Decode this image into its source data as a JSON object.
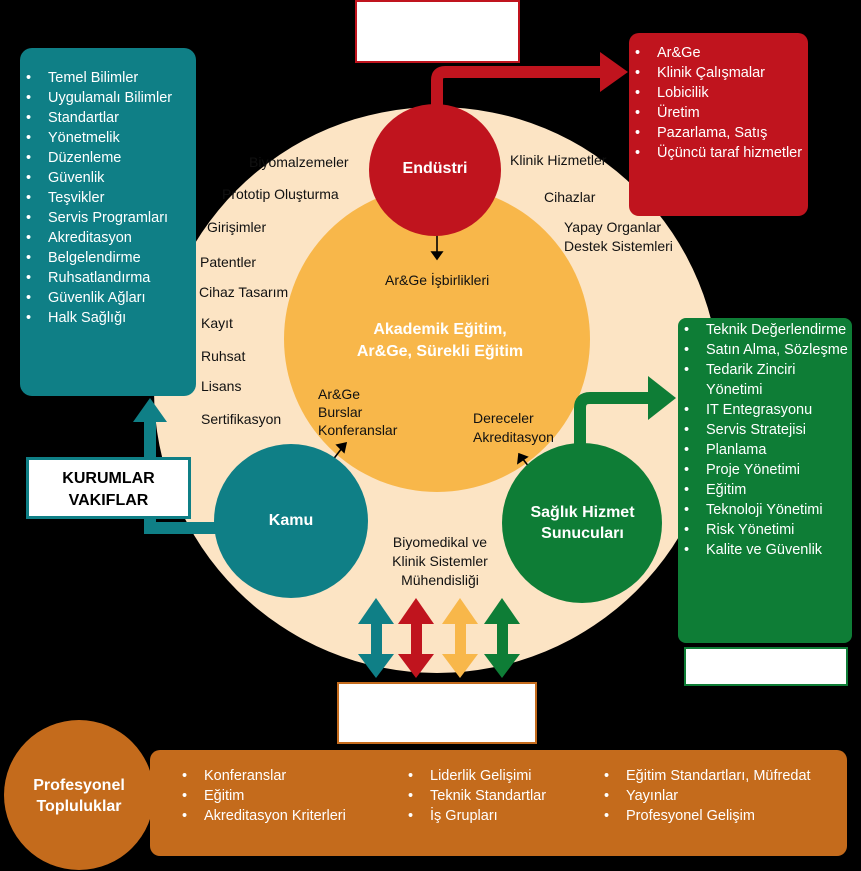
{
  "colors": {
    "teal": "#0f7f86",
    "red": "#c0141e",
    "green": "#0e7d36",
    "orange_yellow": "#f8b74a",
    "peach": "#fce4c4",
    "brown": "#c46b1c",
    "background": "#000000"
  },
  "nodes": {
    "endustri": "Endüstri",
    "akademik_line1": "Akademik Eğitim,",
    "akademik_line2": "Ar&Ge, Sürekli Eğitim",
    "kamu": "Kamu",
    "saglik_line1": "Sağlık Hizmet",
    "saglik_line2": "Sunucuları",
    "profesyonel_line1": "Profesyonel",
    "profesyonel_line2": "Topluluklar",
    "kurumlar_line1": "KURUMLAR",
    "kurumlar_line2": "VAKIFLAR"
  },
  "left_box_items": [
    "Temel Bilimler",
    "Uygulamalı Bilimler",
    "Standartlar",
    "Yönetmelik",
    "Düzenleme",
    "Güvenlik",
    "Teşvikler",
    "Servis Programları",
    "Akreditasyon",
    "Belgelendirme",
    "Ruhsatlandırma",
    "Güvenlik Ağları",
    "Halk Sağlığı"
  ],
  "red_box_items": [
    "Ar&Ge",
    "Klinik Çalışmalar",
    "Lobicilik",
    "Üretim",
    "Pazarlama, Satış",
    "Üçüncü taraf hizmetler"
  ],
  "green_box_items": [
    "Teknik Değerlendirme",
    "Satın Alma, Sözleşme",
    "Tedarik Zinciri Yönetimi",
    "IT Entegrasyonu",
    "Servis Stratejisi",
    "Planlama",
    "Proje Yönetimi",
    "Eğitim",
    "Teknoloji Yönetimi",
    "Risk Yönetimi",
    "Kalite ve Güvenlik"
  ],
  "bottom_box": {
    "col1": [
      "Konferanslar",
      "Eğitim",
      "Akreditasyon Kriterleri"
    ],
    "col2": [
      "Liderlik Gelişimi",
      "Teknik Standartlar",
      "İş Grupları"
    ],
    "col3": [
      "Eğitim Standartları, Müfredat",
      "Yayınlar",
      "Profesyonel Gelişim"
    ]
  },
  "circle_labels": {
    "biyomalzemeler": "Biyomalzemeler",
    "prototip": "Prototip Oluşturma",
    "girisimler": "Girişimler",
    "patentler": "Patentler",
    "cihaz_tasarim": "Cihaz Tasarım",
    "kayit": "Kayıt",
    "ruhsat": "Ruhsat",
    "lisans": "Lisans",
    "sertifikasyon": "Sertifikasyon",
    "klinik_hizmetler": "Klinik Hizmetler",
    "cihazlar": "Cihazlar",
    "yapay_organlar": "Yapay Organlar",
    "destek_sistemleri": "Destek Sistemleri",
    "arge_isbirlikleri": "Ar&Ge İşbirlikleri",
    "arge": "Ar&Ge",
    "burslar": "Burslar",
    "konferanslar": "Konferanslar",
    "dereceler": "Dereceler",
    "akreditasyon": "Akreditasyon",
    "biyomedikal_1": "Biyomedikal ve",
    "biyomedikal_2": "Klinik Sistemler",
    "biyomedikal_3": "Mühendisliği"
  }
}
